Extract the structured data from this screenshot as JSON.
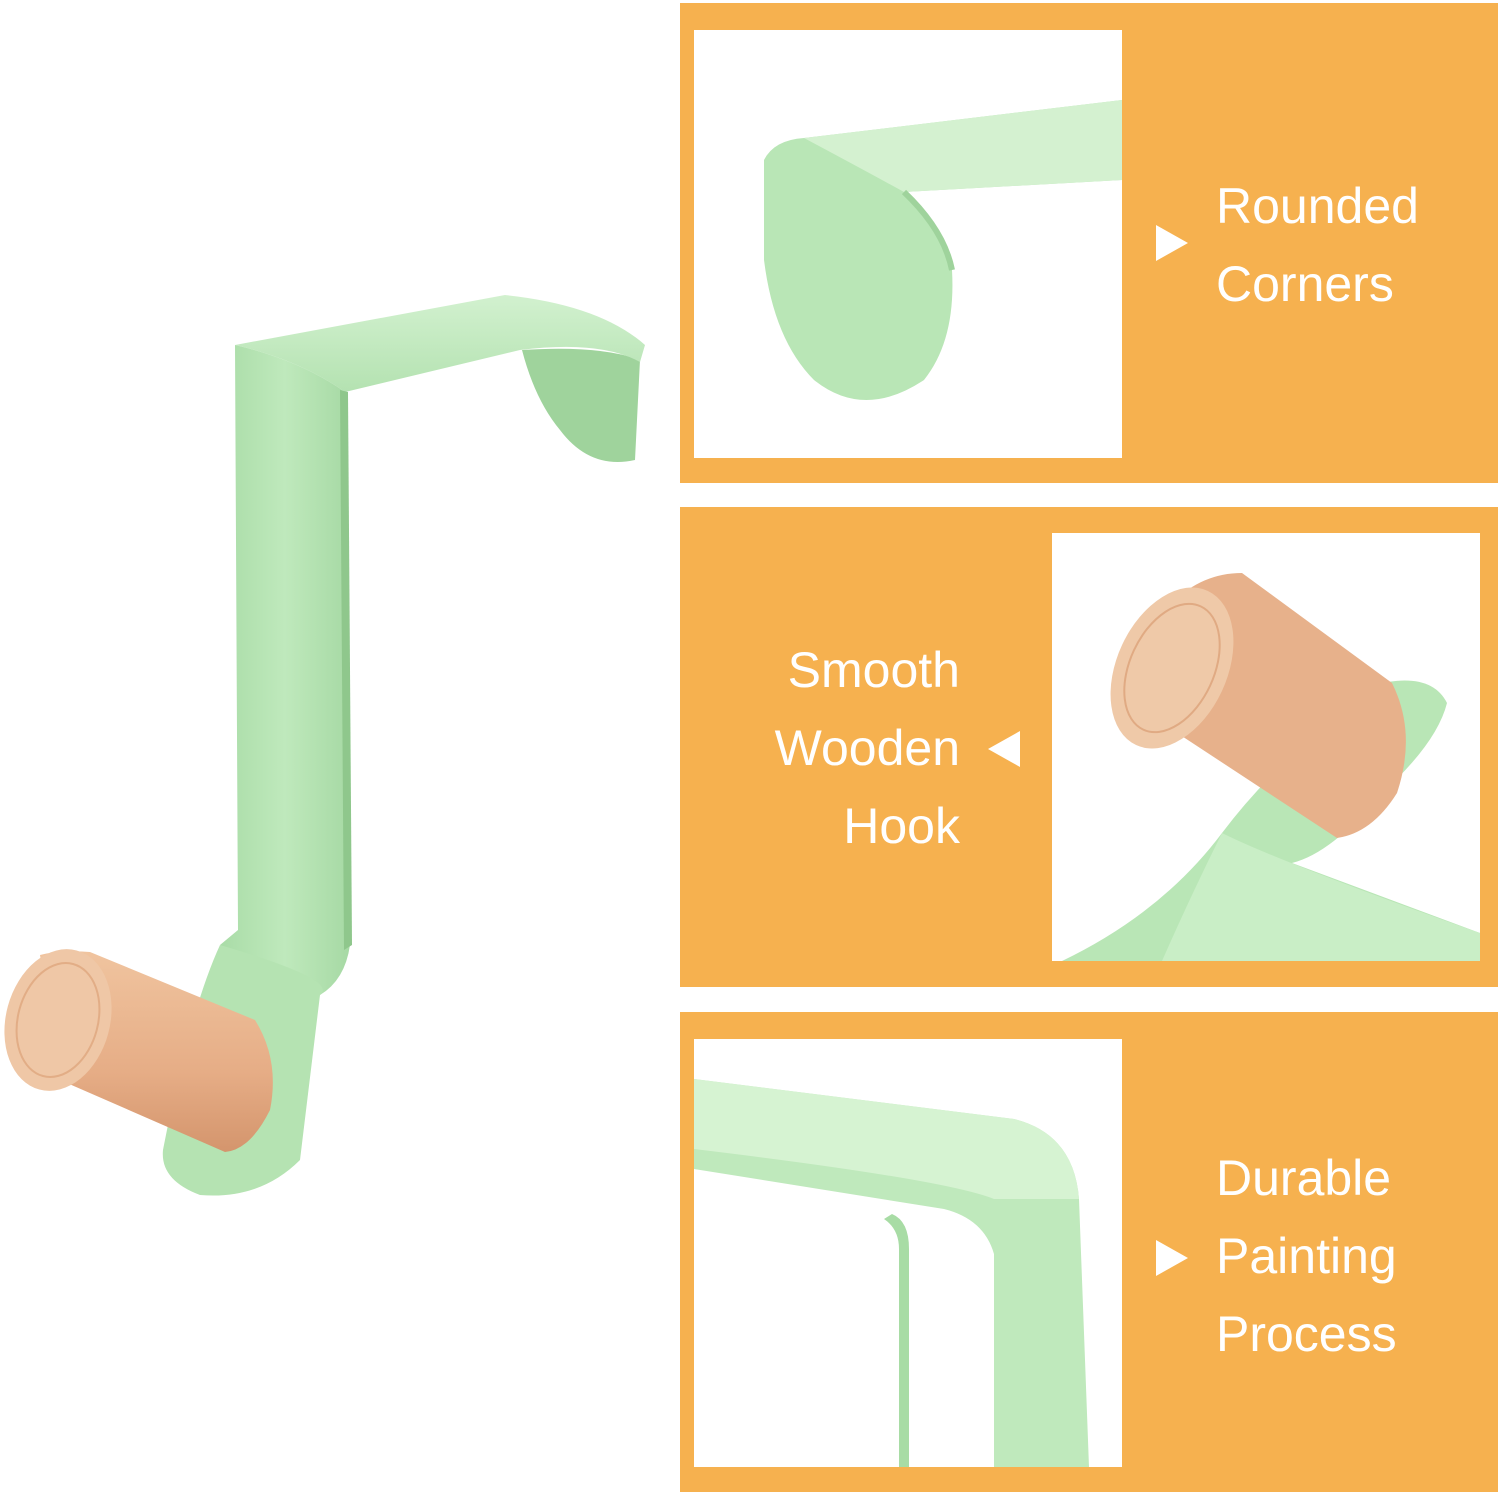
{
  "colors": {
    "panel_background": "#f6b14f",
    "caption_text": "#ffffff",
    "hook_green": "#b7e6b5",
    "wood": "#e9b48f"
  },
  "panels": [
    {
      "arrow_direction": "right",
      "caption_lines": [
        "Rounded",
        "Corners"
      ]
    },
    {
      "arrow_direction": "left",
      "caption_lines": [
        "Smooth",
        "Wooden",
        "Hook"
      ]
    },
    {
      "arrow_direction": "right",
      "caption_lines": [
        "Durable",
        "Painting",
        "Process"
      ]
    }
  ]
}
